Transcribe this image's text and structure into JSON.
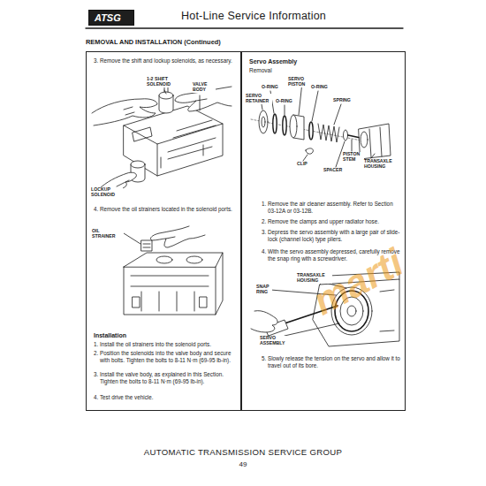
{
  "diagram": {
    "title": "Hot-Line Service Information",
    "nodes": [
      {
        "text": [
          "ATSG"
        ]
      },
      {
        "text": [
          "3. Remove the shift and lockup solenoids, as necessary.",
          "4. Remove the oil strainers located in the solenoid ports.",
          "Installation",
          "1. Install the oil strainers into the solenoid ports.",
          "2. Position the solenoids into the valve body and secure with bolts. Tighten the bolts to 8-11 N·m (69-95 lb-in).",
          "3. Install the valve body, as explained in this Section. Tighten the bolts to 8-11 N·m (69-95 lb-in).",
          "4. Test drive the vehicle."
        ]
      },
      {
        "text": [
          "Servo Assembly",
          "Removal",
          "1. Remove the air cleaner assembly. Refer to Section 03-12A or 03-12B.",
          "2. Remove the clamps and upper radiator hose.",
          "3. Depress the servo assembly with a large pair of slide-lock (channel lock) type pliers.",
          "4. With the servo assembly depressed, carefully remove the snap ring with a screwdriver.",
          "5. Slowly release the tension on the servo and allow it to travel out of its bore."
        ]
      }
    ],
    "labels": [
      "REMOVAL AND INSTALLATION (Continued)",
      "1-2 SHIFT SOLENOID",
      "VALVE BODY",
      "LOCKUP SOLENOID",
      "OIL STRAINER",
      "O-RING",
      "SERVO PISTON",
      "O-RING",
      "SERVO RETAINER",
      "O-RING",
      "SPRING",
      "PISTON STEM",
      "SPACER",
      "TRANSAXLE HOUSING",
      "CLIP",
      "SNAP RING",
      "TRANSAXLE HOUSING",
      "SERVO ASSEMBLY",
      "AUTOMATIC TRANSMISSION SERVICE GROUP",
      "49",
      "marti"
    ]
  }
}
